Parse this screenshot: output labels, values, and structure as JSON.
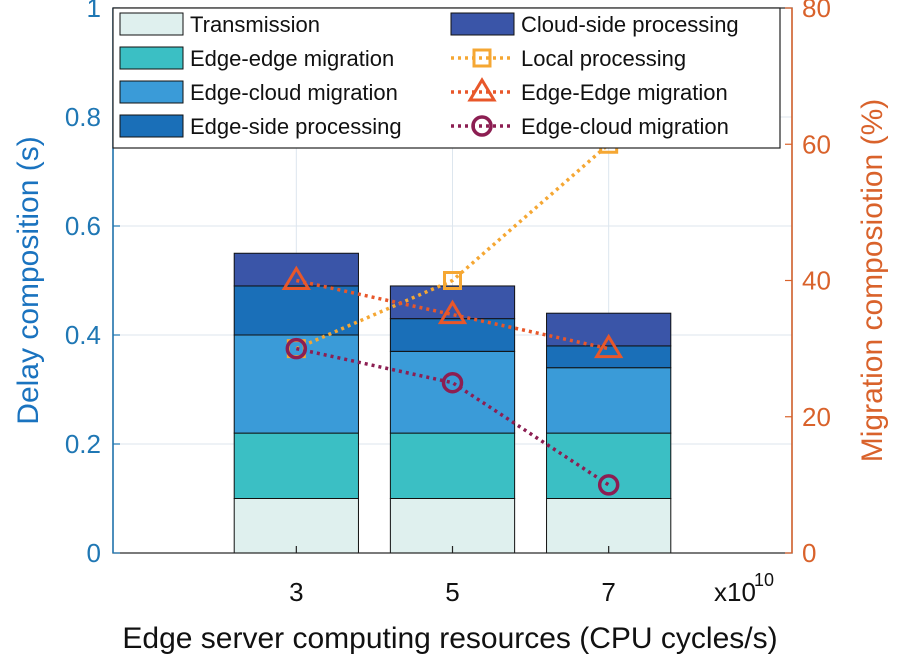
{
  "chart_data": {
    "type": "bar",
    "stacked": true,
    "categories": [
      "3",
      "5",
      "7"
    ],
    "x_multiplier": "x10",
    "x_multiplier_exp": "10",
    "xlabel": "Edge server computing resources (CPU cycles/s)",
    "ylabel_left": "Delay composition (s)",
    "ylabel_right": "Migration composiotion (%)",
    "ylim_left": [
      0,
      1
    ],
    "ylim_right": [
      0,
      80
    ],
    "yticks_left": [
      "0",
      "0.2",
      "0.4",
      "0.6",
      "0.8",
      "1"
    ],
    "yticks_right": [
      "0",
      "20",
      "40",
      "60",
      "80"
    ],
    "grid": true,
    "legend_position": "top",
    "bar_series": [
      {
        "name": "Transmission",
        "color": "#dff0ee",
        "values": [
          0.1,
          0.1,
          0.1
        ]
      },
      {
        "name": "Edge-edge migration",
        "color": "#3bbfc4",
        "values": [
          0.12,
          0.12,
          0.12
        ]
      },
      {
        "name": "Edge-cloud migration",
        "color": "#3a9bd8",
        "values": [
          0.18,
          0.15,
          0.12
        ]
      },
      {
        "name": "Edge-side processing",
        "color": "#1a6fb8",
        "values": [
          0.09,
          0.06,
          0.04
        ]
      },
      {
        "name": "Cloud-side processing",
        "color": "#3a55a8",
        "values": [
          0.06,
          0.06,
          0.06
        ]
      }
    ],
    "line_series": [
      {
        "name": "Local processing",
        "color": "#f5a733",
        "marker": "square",
        "values": [
          30,
          40,
          60
        ]
      },
      {
        "name": "Edge-Edge migration",
        "color": "#e8572a",
        "marker": "triangle",
        "values": [
          40,
          35,
          30
        ]
      },
      {
        "name": "Edge-cloud migration",
        "color": "#8c1e52",
        "marker": "circle",
        "values": [
          30,
          25,
          10
        ]
      }
    ]
  }
}
